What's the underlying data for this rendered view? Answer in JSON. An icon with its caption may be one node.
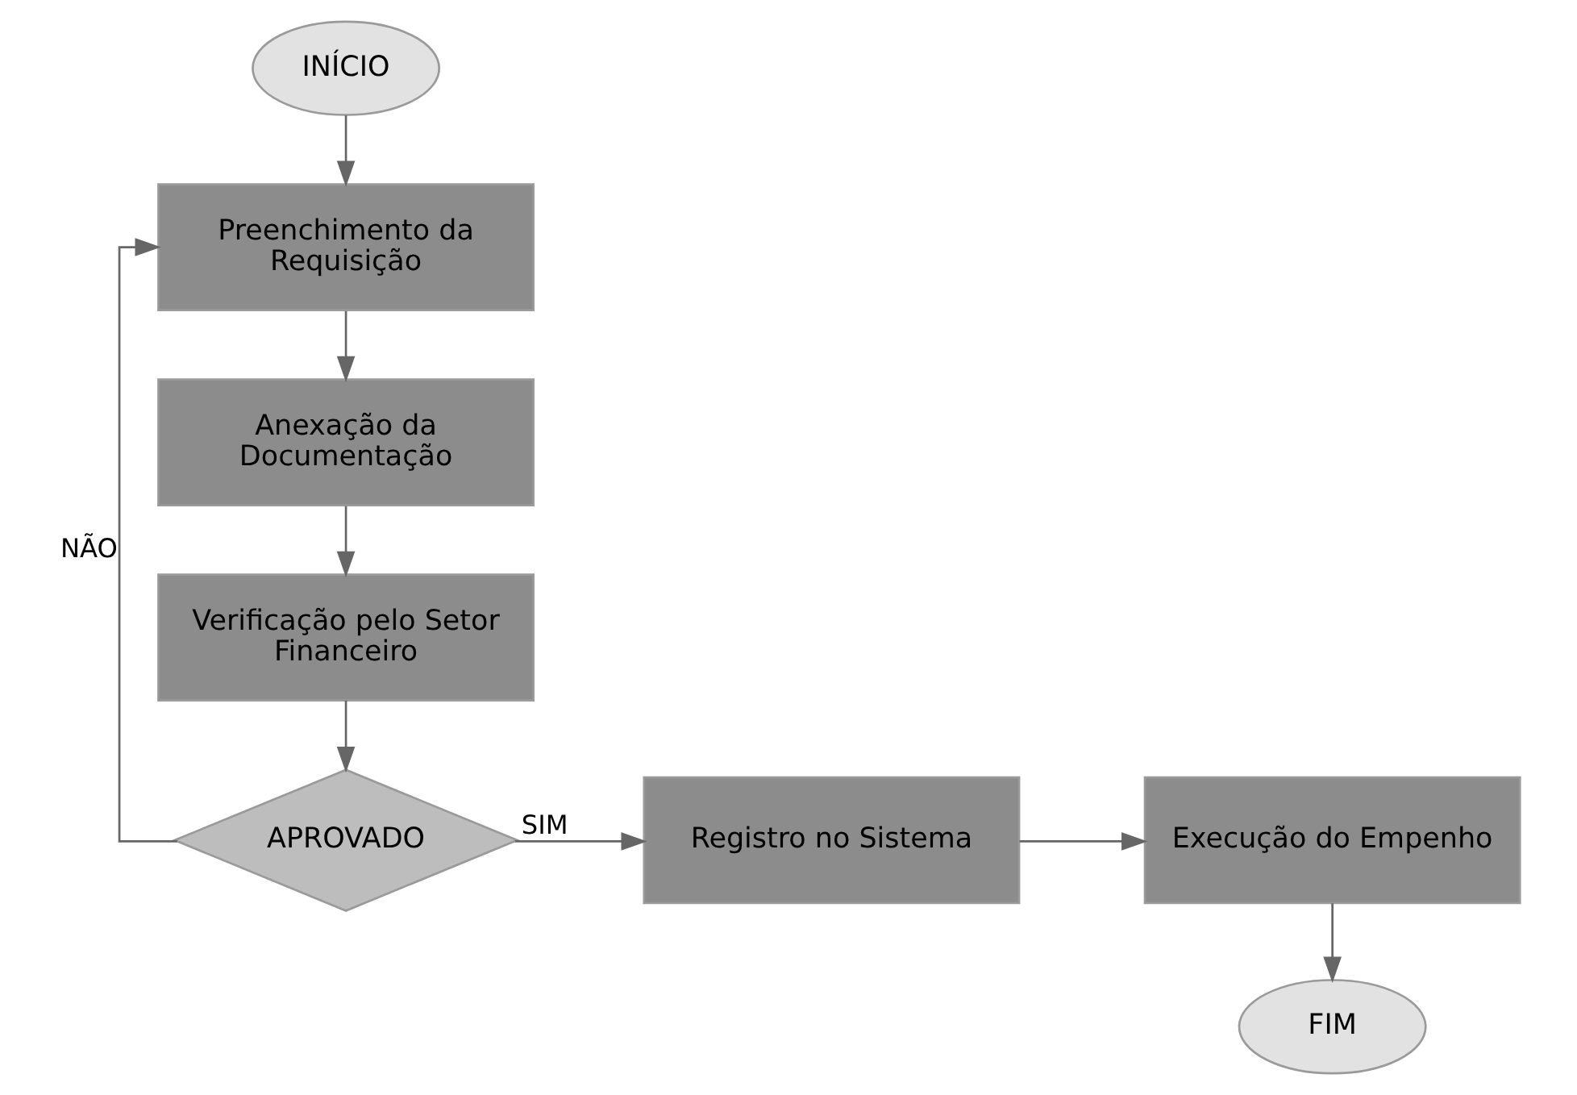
{
  "diagram": {
    "nodes": [
      {
        "text": [
          "INÍCIO"
        ]
      },
      {
        "text": [
          "Preenchimento da Requisição"
        ]
      },
      {
        "text": [
          "Anexação da Documentação"
        ]
      },
      {
        "text": [
          "Verificação pelo Setor Financeiro"
        ]
      },
      {
        "text": [
          "APROVADO"
        ]
      },
      {
        "text": [
          "Registro no Sistema"
        ]
      },
      {
        "text": [
          "Execução do Empenho"
        ]
      },
      {
        "text": [
          "FIM"
        ]
      }
    ],
    "edges": [
      {
        "from": 0,
        "to": 1,
        "arrow": "to"
      },
      {
        "from": 1,
        "to": 2,
        "arrow": "to"
      },
      {
        "from": 2,
        "to": 3,
        "arrow": "to"
      },
      {
        "from": 3,
        "to": 4,
        "arrow": "to"
      },
      {
        "from": 4,
        "to": 1,
        "arrow": "to",
        "label": "NÃO"
      },
      {
        "from": 4,
        "to": 5,
        "arrow": "to",
        "label": "SIM"
      },
      {
        "from": 5,
        "to": 6,
        "arrow": "to"
      },
      {
        "from": 6,
        "to": 7,
        "arrow": "to"
      }
    ]
  }
}
